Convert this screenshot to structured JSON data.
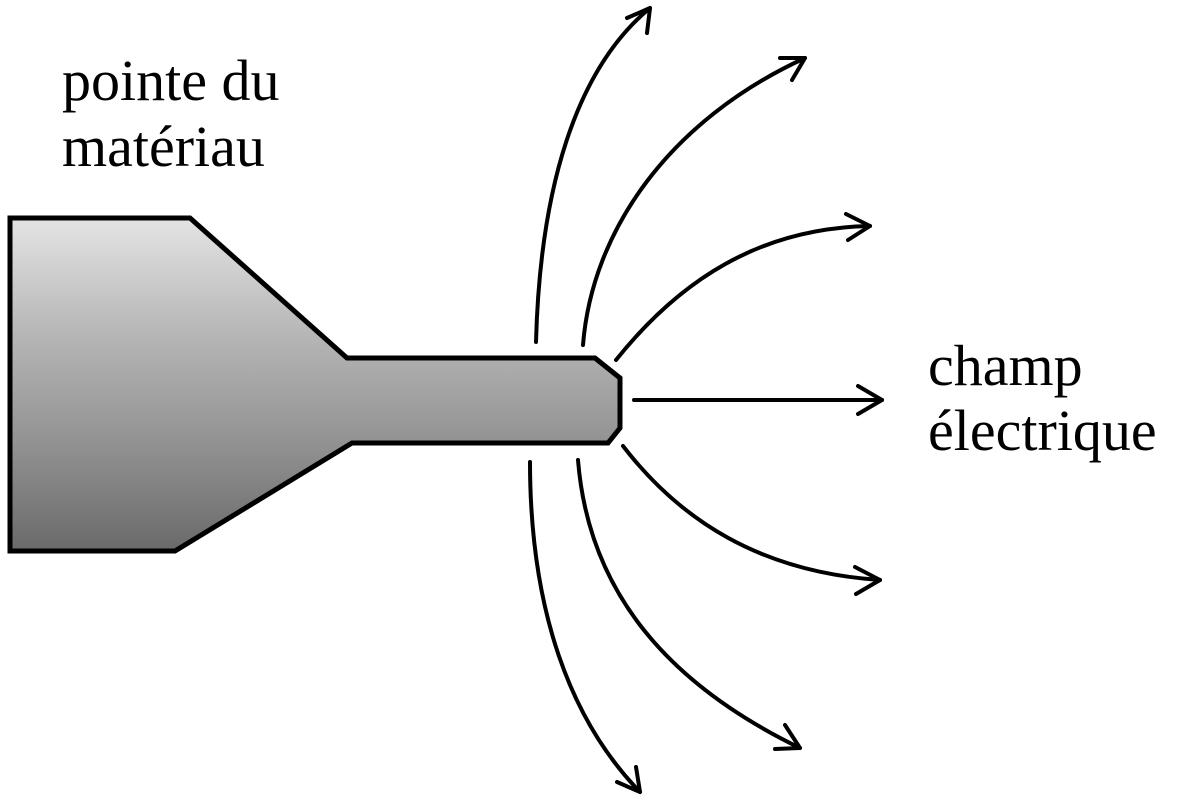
{
  "labels": {
    "material_tip_line1": "pointe du",
    "material_tip_line2": "matériau",
    "electric_field_line1": "champ",
    "electric_field_line2": "électrique"
  },
  "colors": {
    "line": "#000000",
    "tip_light": "#e2e2e2",
    "tip_mid": "#a9a9a9",
    "tip_dark": "#6f6f6f",
    "background": "#ffffff"
  },
  "icons": {
    "field_arrow": "arrowhead-open-chevron"
  }
}
